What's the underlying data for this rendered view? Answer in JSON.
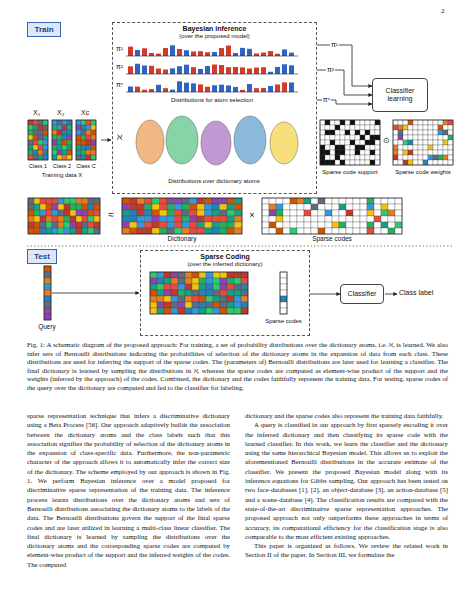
{
  "diagram": {
    "caption": "Fig. 1: A schematic diagram of the proposed approach: For training, a set of probability distributions over the dictionary atoms, i.e. ℵ, is learned. We also infer sets of Bernoulli distributions indicating the probabilities of selection of the dictionary atoms in the expansion of data from each class. These distributions are used for inferring the support of the sparse codes. The (parameters of) Bernoulli distributions are later used for learning a classifier. The final dictionary is learned by sampling the distributions in ℵ, whereas the sparse codes are computed as element-wise product of the support and the weights (inferred by the approach) of the codes. Combined, the dictionary and the codes faithfully represent the training data. For testing, sparse codes of the query over the dictionary are computed and fed to the classifier for labeling.",
    "nodes": [
      {
        "text": [
          "Train"
        ]
      },
      {
        "text": [
          "Bayesian inference",
          "(over the proposed model)"
        ]
      },
      {
        "text": [
          "Classifier learning"
        ]
      },
      {
        "text": [
          "Test"
        ]
      },
      {
        "text": [
          "Sparse Coding",
          "(over the inferred dictionary)"
        ]
      },
      {
        "text": [
          "Classifier"
        ]
      }
    ],
    "edges": [
      {
        "from": 1,
        "to": 2,
        "arrow": "to",
        "label": "π¹"
      },
      {
        "from": 1,
        "to": 2,
        "arrow": "to",
        "label": "π²"
      },
      {
        "from": 1,
        "to": 2,
        "arrow": "to",
        "label": "πᶜ"
      },
      {
        "from": 4,
        "to": 5,
        "arrow": "to"
      }
    ],
    "labels": [
      "2",
      "π¹",
      "π²",
      "πᶜ",
      "Distributions for atom selection",
      "ℵ",
      "Distributions over dictionary atoms",
      "X₁",
      "X₂",
      "Xc",
      "Class 1",
      "Class 2",
      "Class C",
      "Training data X",
      "⊙",
      "Sparse code support",
      "Sparse code weights",
      "≈",
      "Dictionary",
      "×",
      "Sparse codes",
      "Query",
      "Sparse codes",
      "Class label",
      "sparse representation technique that infers a discriminative dictionary using a Beta Process [56]. Our approach adaptively builds the association between the dictionary atoms and the class labels such that this association signifies the probability of selection of the dictionary atoms in the expansion of class-specific data. Furthermore, the non-parametric character of the approach allows it to automatically infer the correct size of the dictionary. The scheme employed by our approach is shown in Fig. 1. We perform Bayesian inference over a model proposed for discriminative sparse representation of the training data. The inference process learns distributions over the dictionary atoms and sets of Bernoulli distributions associating the dictionary atoms to the labels of the data. The Bernoulli distributions govern the support of the final sparse codes and are later utilized in learning a multi-class linear classifier. The final dictionary is learned by sampling the distributions over the dictionary atoms and the corresponding sparse codes are computed by element-wise product of the support and the inferred weights of the codes. The computed",
      "dictionary and the sparse codes also represent the training data faithfully.",
      "A query is classified in our approach by first sparsely encoding it over the inferred dictionary and then classifying its sparse code with the learned classifier. In this work, we learn the classifier and the dictionary using the same hierarchical Bayesian model. This allows us to exploit the aforementioned Bernoulli distributions in the accurate estimate of the classifier. We present the proposed Bayesian model along with its inference equations for Gibbs sampling. Our approach has been tested on two face-databases [1], [2], an object-database [3], an action-database [5] and a scene-database [4]. The classification results are compared with the state-of-the-art discriminative sparse representation approaches. The proposed approach not only outperforms these approaches in terms of accuracy, its computational efficiency for the classification stage is also comparable to the most efficient existing approaches.",
      "This paper is organized as follows. We review the related work in Section II of the paper. In Section III, we formulate the"
    ]
  }
}
